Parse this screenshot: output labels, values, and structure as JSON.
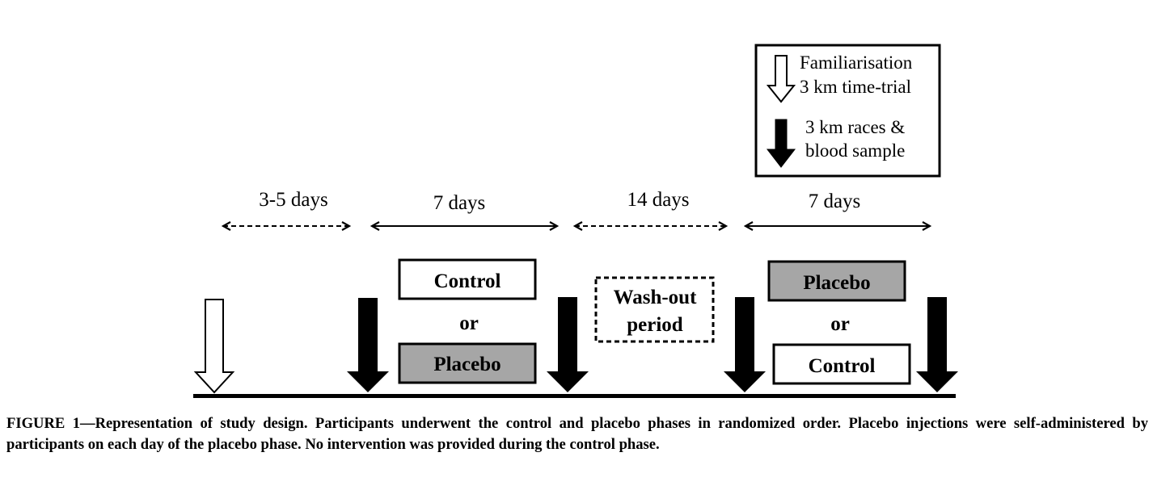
{
  "legend": {
    "open_arrow_line1": "Familiarisation",
    "open_arrow_line2": "3 km time-trial",
    "filled_arrow_line1": "3 km races &",
    "filled_arrow_line2": "blood sample"
  },
  "durations": [
    "3-5 days",
    "7 days",
    "14 days",
    "7 days"
  ],
  "phase1": {
    "top": "Control",
    "or": "or",
    "bottom": "Placebo"
  },
  "washout": {
    "line1": "Wash-out",
    "line2": "period"
  },
  "phase2": {
    "top": "Placebo",
    "or": "or",
    "bottom": "Control"
  },
  "colors": {
    "placebo_fill": "#a6a6a6",
    "line": "#000000"
  },
  "caption": "FIGURE 1—Representation of study design. Participants underwent the control and placebo phases in randomized order. Placebo injections were self-administered by participants on each day of the placebo phase. No intervention was provided during the control phase."
}
